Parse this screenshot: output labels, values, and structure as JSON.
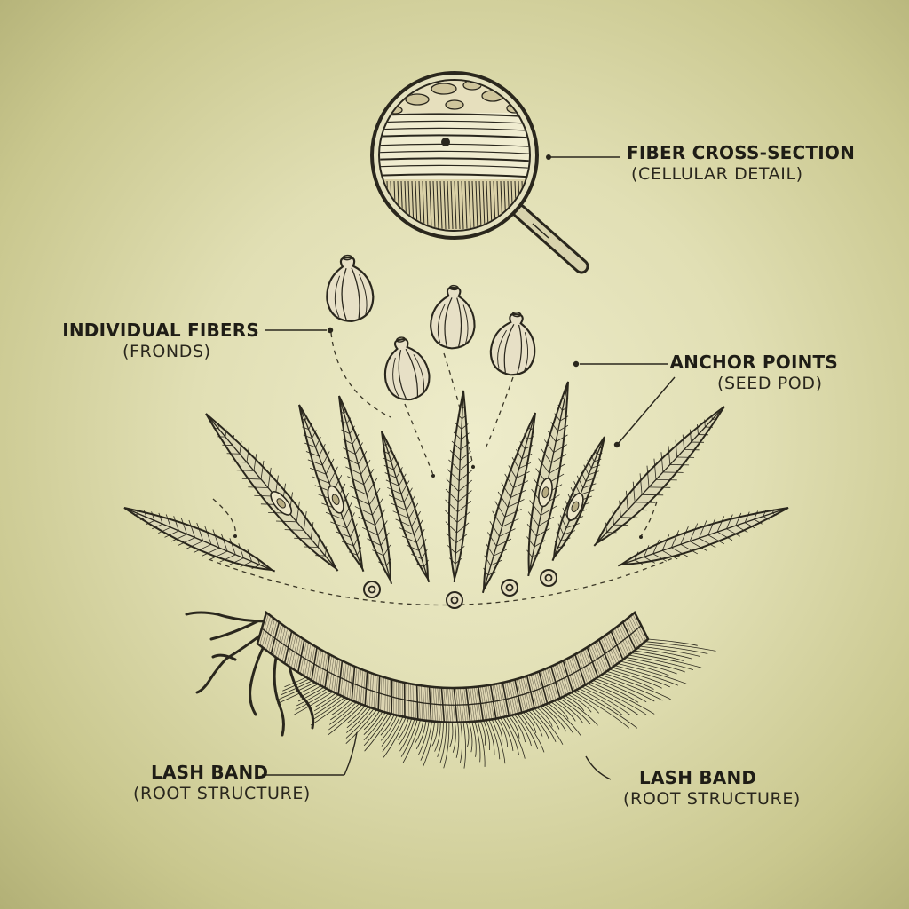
{
  "labels": {
    "fiber_cross_section": {
      "title": "FIBER CROSS-SECTION",
      "subtitle": "(CELLULAR DETAIL)"
    },
    "individual_fibers": {
      "title": "INDIVIDUAL FIBERS",
      "subtitle": "(FRONDS)"
    },
    "anchor_points": {
      "title": "ANCHOR POINTS",
      "subtitle": "(SEED POD)"
    },
    "lash_band_left": {
      "title": "LASH BAND",
      "subtitle": "(ROOT STRUCTURE)"
    },
    "lash_band_right": {
      "title": "LASH BAND",
      "subtitle": "(ROOT STRUCTURE)"
    }
  },
  "colors": {
    "ink": "#2a271d",
    "paper_center": "#eeeccb",
    "paper_edge": "#b2b076",
    "leaf_fill": "#dcd8b6",
    "pod_fill": "#e7e0c6"
  },
  "icons": {
    "magnifier": "magnifying-glass-icon",
    "pod": "seed-pod-icon",
    "frond": "leaf-frond-icon",
    "ring": "anchor-ring-icon"
  }
}
